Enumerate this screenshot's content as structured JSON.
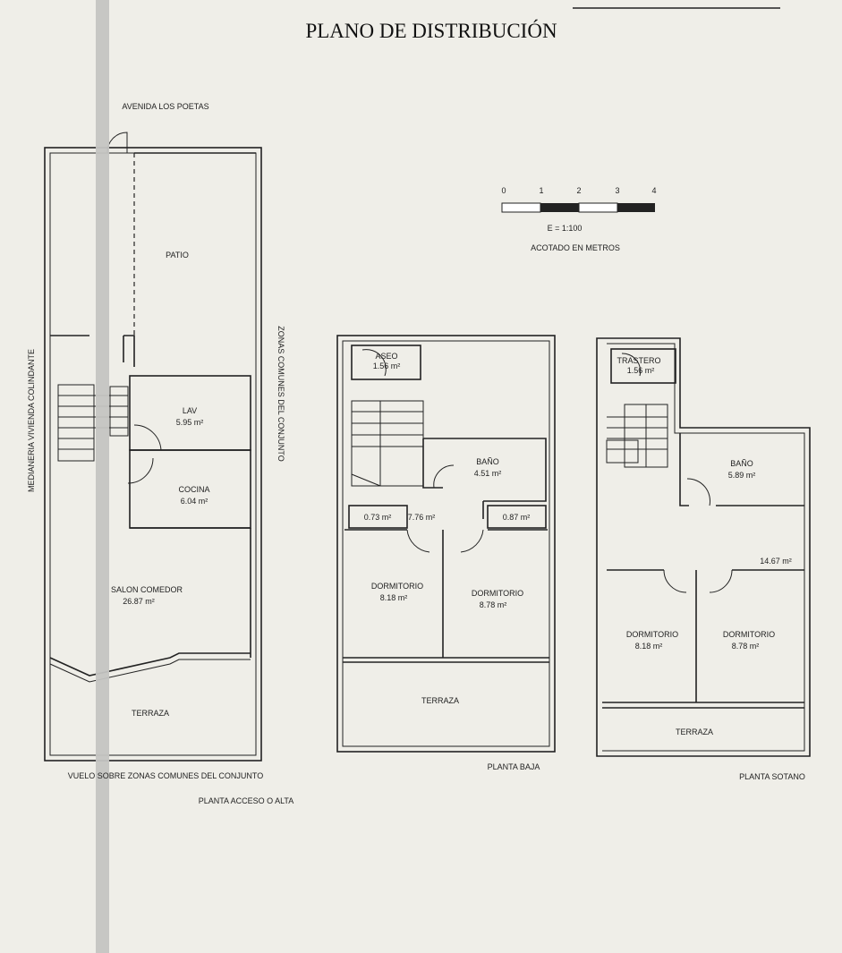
{
  "title": "PLANO DE DISTRIBUCIÓN",
  "scale": {
    "ticks": [
      "0",
      "1",
      "2",
      "3",
      "4"
    ],
    "ratio": "E = 1:100",
    "units": "ACOTADO EN METROS"
  },
  "plan_acceso": {
    "name": "PLANTA ACCESO O ALTA",
    "street": "AVENIDA LOS POETAS",
    "left_label": "MEDIANERIA VIVIENDA COLINDANTE",
    "right_label": "ZONAS COMUNES DEL CONJUNTO",
    "bottom_label": "VUELO SOBRE ZONAS COMUNES DEL CONJUNTO",
    "rooms": [
      {
        "name": "PATIO",
        "area": ""
      },
      {
        "name": "LAV",
        "area": "5.95 m²"
      },
      {
        "name": "COCINA",
        "area": "6.04 m²"
      },
      {
        "name": "SALON COMEDOR",
        "area": "26.87 m²"
      },
      {
        "name": "TERRAZA",
        "area": ""
      }
    ]
  },
  "plan_baja": {
    "name": "PLANTA BAJA",
    "rooms": [
      {
        "name": "ASEO",
        "area": "1.56 m²"
      },
      {
        "name": "BAÑO",
        "area": "4.51 m²"
      },
      {
        "name": "",
        "area": "0.73 m²"
      },
      {
        "name": "",
        "area": "7.76 m²"
      },
      {
        "name": "",
        "area": "0.87 m²"
      },
      {
        "name": "DORMITORIO",
        "area": "8.18 m²"
      },
      {
        "name": "DORMITORIO",
        "area": "8.78 m²"
      },
      {
        "name": "TERRAZA",
        "area": ""
      }
    ]
  },
  "plan_sotano": {
    "name": "PLANTA SOTANO",
    "rooms": [
      {
        "name": "TRASTERO",
        "area": "1.56 m²"
      },
      {
        "name": "BAÑO",
        "area": "5.89 m²"
      },
      {
        "name": "",
        "area": "14.67 m²"
      },
      {
        "name": "DORMITORIO",
        "area": "8.18 m²"
      },
      {
        "name": "DORMITORIO",
        "area": "8.78 m²"
      },
      {
        "name": "TERRAZA",
        "area": ""
      }
    ]
  }
}
